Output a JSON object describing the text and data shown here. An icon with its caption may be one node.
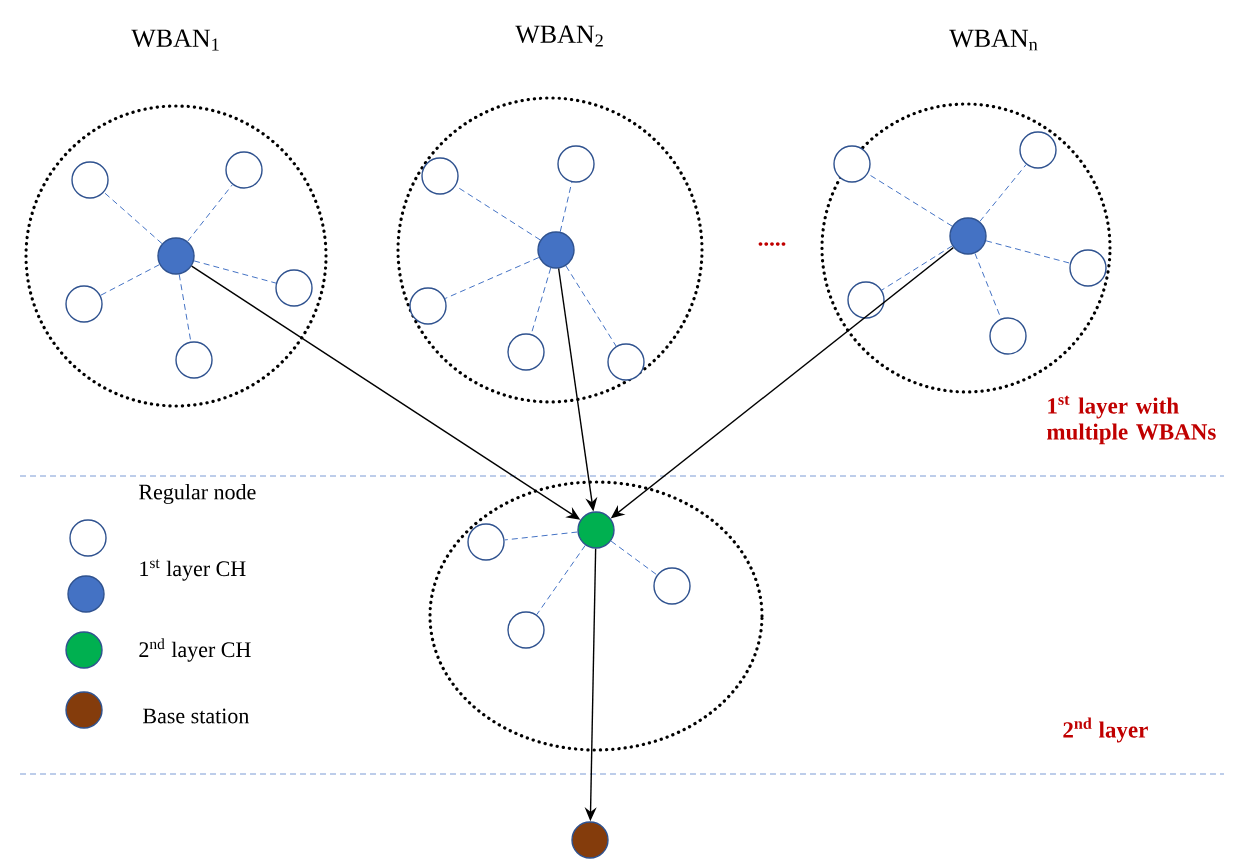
{
  "diagram": {
    "nodes": [
      {
        "text": [
          "WBAN$_{1}$"
        ]
      },
      {
        "text": [],
        "shape": "circle",
        "in": 0
      },
      {
        "text": [],
        "shape": "circle",
        "in": 0
      },
      {
        "text": [],
        "shape": "circle",
        "in": 0
      },
      {
        "text": [],
        "shape": "circle",
        "in": 0
      },
      {
        "text": [],
        "shape": "circle",
        "in": 0
      },
      {
        "text": [],
        "shape": "circle",
        "in": 0
      },
      {
        "text": [
          "WBAN$_{2}$"
        ]
      },
      {
        "text": [],
        "shape": "circle",
        "in": 7
      },
      {
        "text": [],
        "shape": "circle",
        "in": 7
      },
      {
        "text": [],
        "shape": "circle",
        "in": 7
      },
      {
        "text": [],
        "shape": "circle",
        "in": 7
      },
      {
        "text": [],
        "shape": "circle",
        "in": 7
      },
      {
        "text": [],
        "shape": "circle",
        "in": 7
      },
      {
        "text": [
          "WBAN$_{n}$"
        ]
      },
      {
        "text": [],
        "shape": "circle",
        "in": 14
      },
      {
        "text": [],
        "shape": "circle",
        "in": 14
      },
      {
        "text": [],
        "shape": "circle",
        "in": 14
      },
      {
        "text": [],
        "shape": "circle",
        "in": 14
      },
      {
        "text": [],
        "shape": "circle",
        "in": 14
      },
      {
        "text": [],
        "shape": "circle",
        "in": 14
      },
      {
        "text": [],
        "shape": "circle"
      },
      {
        "text": [],
        "shape": "circle",
        "in": 21
      },
      {
        "text": [],
        "shape": "circle",
        "in": 21
      },
      {
        "text": [],
        "shape": "circle",
        "in": 21
      },
      {
        "text": [],
        "shape": "circle",
        "in": 21
      },
      {
        "text": [],
        "shape": "circle"
      }
    ],
    "edges": [
      {
        "from": 1,
        "to": 2,
        "arrow": "none",
        "style": "dashed"
      },
      {
        "from": 1,
        "to": 3,
        "arrow": "none",
        "style": "dashed"
      },
      {
        "from": 1,
        "to": 4,
        "arrow": "none",
        "style": "dashed"
      },
      {
        "from": 1,
        "to": 5,
        "arrow": "none",
        "style": "dashed"
      },
      {
        "from": 1,
        "to": 6,
        "arrow": "none",
        "style": "dashed"
      },
      {
        "from": 8,
        "to": 9,
        "arrow": "none",
        "style": "dashed"
      },
      {
        "from": 8,
        "to": 10,
        "arrow": "none",
        "style": "dashed"
      },
      {
        "from": 8,
        "to": 11,
        "arrow": "none",
        "style": "dashed"
      },
      {
        "from": 8,
        "to": 12,
        "arrow": "none",
        "style": "dashed"
      },
      {
        "from": 8,
        "to": 13,
        "arrow": "none",
        "style": "dashed"
      },
      {
        "from": 15,
        "to": 16,
        "arrow": "none",
        "style": "dashed"
      },
      {
        "from": 15,
        "to": 17,
        "arrow": "none",
        "style": "dashed"
      },
      {
        "from": 15,
        "to": 18,
        "arrow": "none",
        "style": "dashed"
      },
      {
        "from": 15,
        "to": 19,
        "arrow": "none",
        "style": "dashed"
      },
      {
        "from": 15,
        "to": 20,
        "arrow": "none",
        "style": "dashed"
      },
      {
        "from": 22,
        "to": 23,
        "arrow": "none",
        "style": "dashed"
      },
      {
        "from": 22,
        "to": 24,
        "arrow": "none",
        "style": "dashed"
      },
      {
        "from": 22,
        "to": 25,
        "arrow": "none",
        "style": "dashed"
      },
      {
        "from": 1,
        "to": 22,
        "arrow": "to",
        "color": "#000000"
      },
      {
        "from": 8,
        "to": 22,
        "arrow": "to",
        "color": "#000000"
      },
      {
        "from": 15,
        "to": 22,
        "arrow": "to",
        "color": "#000000"
      },
      {
        "from": 22,
        "to": 26,
        "arrow": "to",
        "color": "#000000"
      }
    ],
    "labels": [
      ".....",
      "1$^{st}$ layer with multiple WBANs",
      "2$^{nd}$ layer"
    ],
    "legend": [
      {
        "text": "Regular node"
      },
      {
        "text": "1$^{st}$ layer CH",
        "color": "#4472c4"
      },
      {
        "text": "2$^{nd}$ layer CH",
        "color": "#00b050"
      },
      {
        "text": "Base station",
        "color": "#843c0c"
      }
    ]
  }
}
